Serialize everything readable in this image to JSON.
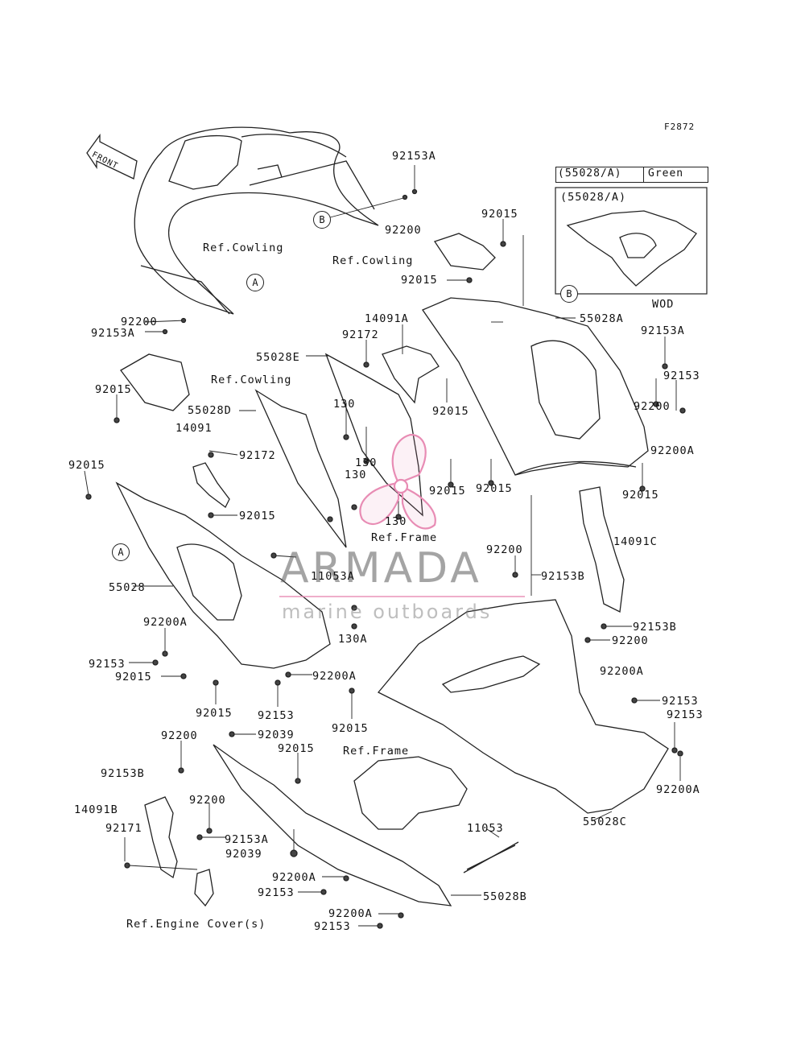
{
  "figure_code": "F2872",
  "direction_arrow": "FRONT",
  "legend": {
    "header_code": "(55028/A)",
    "header_color": "Green",
    "inset_code": "(55028/A)",
    "inset_caption": "WOD"
  },
  "callouts": {
    "A1": "A",
    "A2": "A",
    "B1": "B",
    "B2": "B"
  },
  "labels": {
    "l01": "92153A",
    "l02": "92200",
    "l03": "Ref.Cowling",
    "l04": "92015",
    "l05": "Ref.Cowling",
    "l06": "92015",
    "l07": "92200",
    "l08": "92153A",
    "l09": "14091A",
    "l10": "92172",
    "l11": "55028A",
    "l12": "92153A",
    "l13": "55028E",
    "l14": "Ref.Cowling",
    "l15": "92153",
    "l16": "92200",
    "l17": "92015",
    "l18": "55028D",
    "l19": "130",
    "l20": "92015",
    "l21": "92200A",
    "l22": "14091",
    "l23": "92172",
    "l24": "130",
    "l25": "130",
    "l26": "92015",
    "l27": "92015",
    "l28": "92015",
    "l29": "92015",
    "l30": "130",
    "l31": "Ref.Frame",
    "l32": "14091C",
    "l33": "92015",
    "l34": "92200",
    "l35": "11053A",
    "l36": "92153B",
    "l37": "55028",
    "l38": "92200A",
    "l39": "130A",
    "l40": "92153B",
    "l41": "92200",
    "l42": "92153",
    "l43": "92015",
    "l44": "92200A",
    "l45": "92200A",
    "l46": "92015",
    "l47": "92153",
    "l48": "92015",
    "l49": "92153",
    "l50": "92153",
    "l51": "92200",
    "l52": "92039",
    "l53": "92015",
    "l54": "Ref.Frame",
    "l55": "92200A",
    "l56": "92153B",
    "l57": "92200",
    "l58": "14091B",
    "l59": "92153A",
    "l60": "92171",
    "l61": "92039",
    "l62": "11053",
    "l63": "55028C",
    "l64": "92200A",
    "l65": "92153",
    "l66": "55028B",
    "l67": "92200A",
    "l68": "92153",
    "l69": "Ref.Engine Cover(s)"
  },
  "watermark": {
    "brand": "ARMADA",
    "tagline": "marine outboards",
    "accent_color": "#e88cb4"
  }
}
